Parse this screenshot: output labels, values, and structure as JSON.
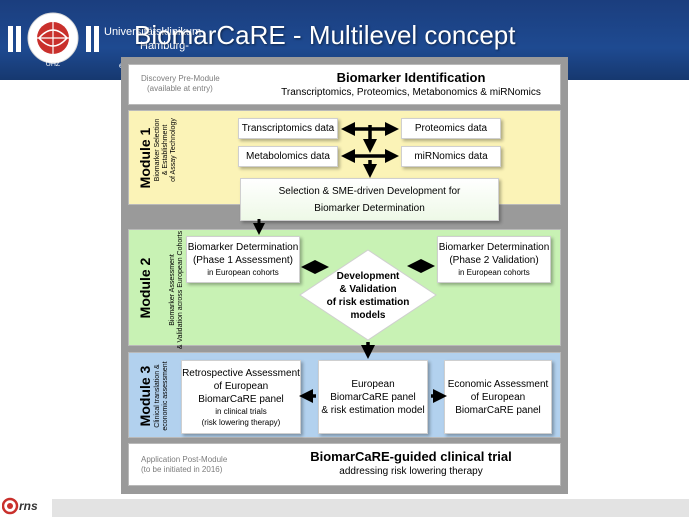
{
  "header": {
    "title": "BiomarCaRE - Multilevel concept",
    "university_line1": "Universitätsklinikum",
    "university_line2": "Hamburg-",
    "tiny_mark": "e",
    "logo_short": "UHZ"
  },
  "diagram": {
    "pre_module": {
      "label_line1": "Discovery Pre-Module",
      "label_line2": "(available at entry)",
      "title": "Biomarker Identification",
      "subtitle": "Transcriptomics, Proteomics, Metabonomics & miRNomics"
    },
    "module1": {
      "name": "Module 1",
      "desc_line1": "Biomarker Selection",
      "desc_line2": "& Establishment",
      "desc_line3": "of Assay Technology",
      "boxes": [
        "Transcriptomics data",
        "Proteomics data",
        "Metabolomics data",
        "miRNomics data"
      ],
      "selection_line1": "Selection & SME-driven Development for",
      "selection_line2": "Biomarker Determination"
    },
    "module2": {
      "name": "Module 2",
      "desc_line1": "Biomarker Assessment",
      "desc_line2": "& Validation across European Cohorts",
      "phase1_title1": "Biomarker Determination",
      "phase1_title2": "(Phase 1 Assessment)",
      "phase1_sub": "in European cohorts",
      "phase2_title1": "Biomarker Determination",
      "phase2_title2": "(Phase 2 Validation)",
      "phase2_sub": "in European cohorts",
      "diamond": [
        "Development",
        "& Validation",
        "of risk estimation",
        "models"
      ]
    },
    "module3": {
      "name": "Module 3",
      "desc_line1": "Clinical translation &",
      "desc_line2": "economic assessment",
      "retro": [
        "Retrospective Assessment",
        "of European",
        "BiomarCaRE panel"
      ],
      "retro_small": [
        "in clinical trials",
        "(risk lowering therapy)"
      ],
      "european": [
        "European",
        "BiomarCaRE panel",
        "& risk estimation model"
      ],
      "economic": [
        "Economic Assessment",
        "of European",
        "BiomarCaRE panel"
      ]
    },
    "post_module": {
      "label_line1": "Application Post-Module",
      "label_line2": "(to be initiated in 2016)",
      "title": "BiomarCaRE-guided clinical trial",
      "subtitle": "addressing risk lowering therapy"
    }
  },
  "footer": {
    "logo_text": "rns"
  },
  "colors": {
    "header_blue": "#1e4a91",
    "module1_fill": "#fbf3b7",
    "module2_fill": "#c8f2b4",
    "module3_fill": "#b2d1ee",
    "frame_grey": "#9a9a9a"
  }
}
